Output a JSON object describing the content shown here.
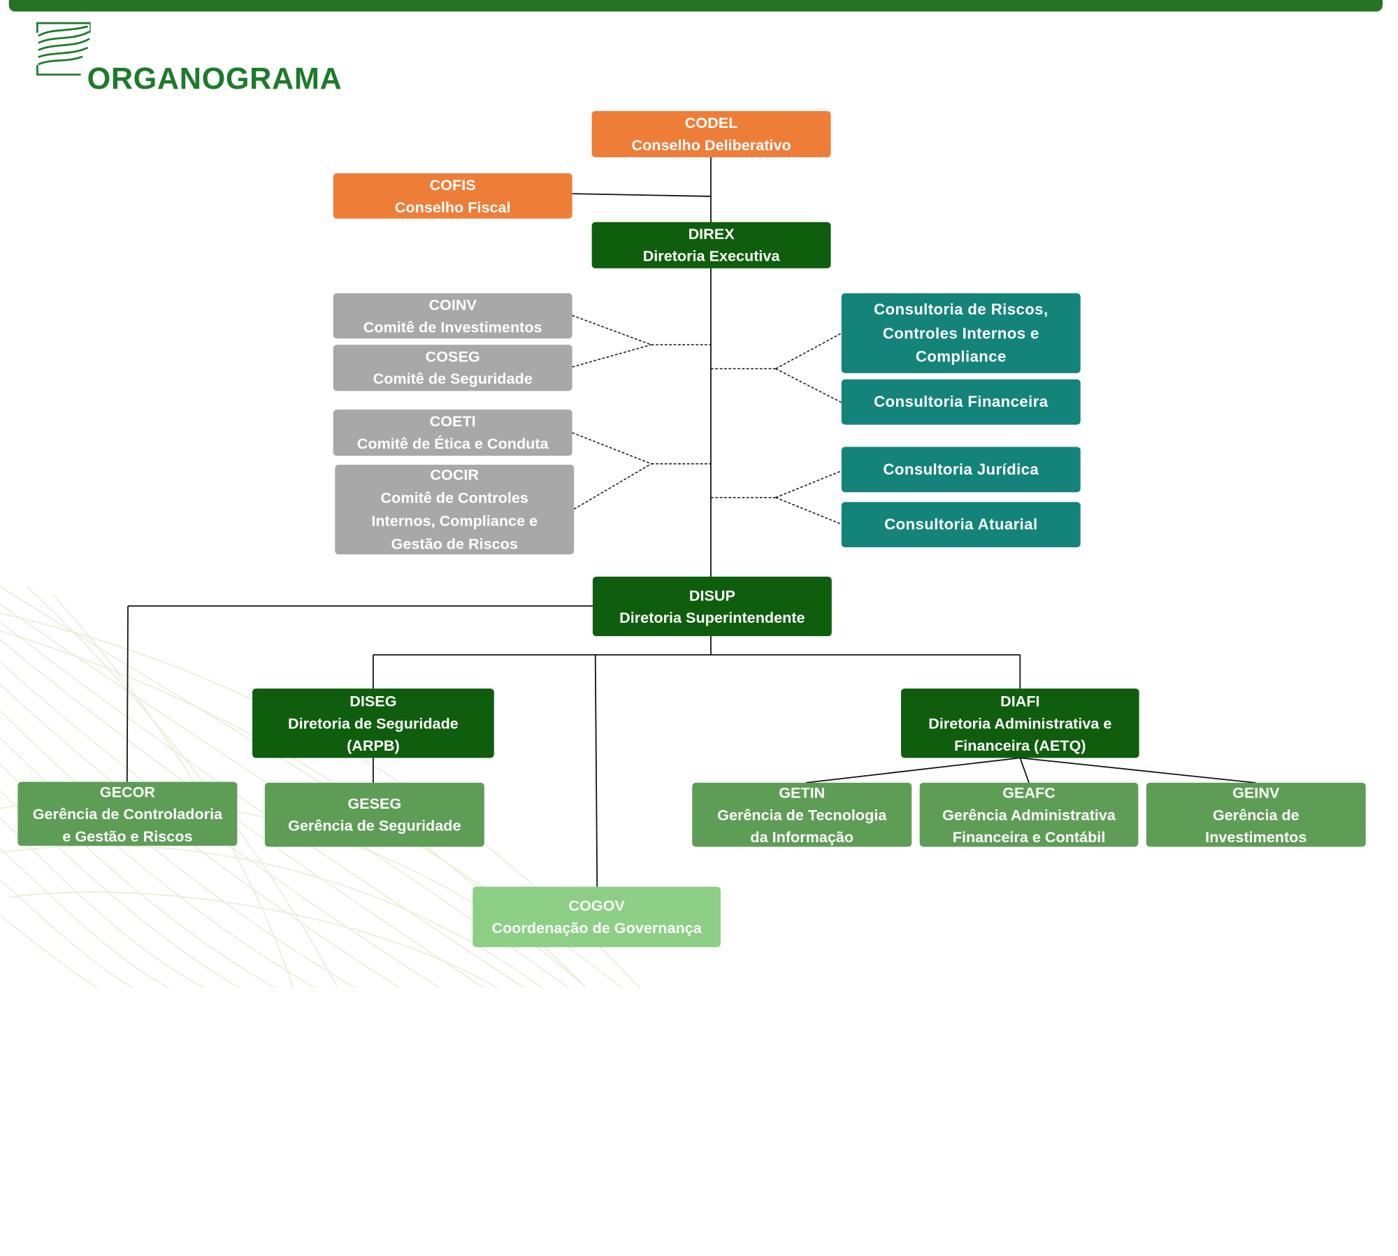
{
  "header": {
    "title": "ORGANOGRAMA",
    "logo_icon": "leaf-waves-logo-icon",
    "bar_color": "#267325",
    "title_color": "#1e7a2b"
  },
  "colors": {
    "councils": "#ee7d38",
    "directorates": "#0f5e0e",
    "committees": "#a8a8a8",
    "consultancies": "#14847a",
    "managements": "#5e9d56",
    "coordination": "#8ccf85"
  },
  "nodes": {
    "codel": {
      "code": "CODEL",
      "name": "Conselho Deliberativo"
    },
    "cofis": {
      "code": "COFIS",
      "name": "Conselho Fiscal"
    },
    "direx": {
      "code": "DIREX",
      "name": "Diretoria Executiva"
    },
    "coinv": {
      "code": "COINV",
      "name": "Comitê de Investimentos"
    },
    "coseg": {
      "code": "COSEG",
      "name": "Comitê de Seguridade"
    },
    "coeti": {
      "code": "COETI",
      "name": "Comitê de Ética e Conduta"
    },
    "cocir": {
      "code": "COCIR",
      "name_lines": [
        "Comitê de Controles",
        "Internos, Compliance e",
        "Gestão de Riscos"
      ]
    },
    "consultoria_riscos": {
      "name_lines": [
        "Consultoria de Riscos,",
        "Controles Internos e",
        "Compliance"
      ]
    },
    "consultoria_financeira": {
      "name": "Consultoria Financeira"
    },
    "consultoria_juridica": {
      "name": "Consultoria Jurídica"
    },
    "consultoria_atuarial": {
      "name": "Consultoria Atuarial"
    },
    "disup": {
      "code": "DISUP",
      "name": "Diretoria Superintendente"
    },
    "diseg": {
      "code": "DISEG",
      "name": "Diretoria de Seguridade",
      "note": "(ARPB)"
    },
    "diafi": {
      "code": "DIAFI",
      "name_lines": [
        "Diretoria Administrativa e",
        "Financeira (AETQ)"
      ]
    },
    "gecor": {
      "code": "GECOR",
      "name_lines": [
        "Gerência de Controladoria",
        "e Gestão e Riscos"
      ]
    },
    "geseg": {
      "code": "GESEG",
      "name": "Gerência de Seguridade"
    },
    "getin": {
      "code": "GETIN",
      "name_lines": [
        "Gerência de Tecnologia",
        "da Informação"
      ]
    },
    "geafc": {
      "code": "GEAFC",
      "name_lines": [
        "Gerência Administrativa",
        "Financeira e Contábil"
      ]
    },
    "geinv": {
      "code": "GEINV",
      "name_lines": [
        "Gerência de",
        "Investimentos"
      ]
    },
    "cogov": {
      "code": "COGOV",
      "name": "Coordenação de Governança"
    }
  }
}
